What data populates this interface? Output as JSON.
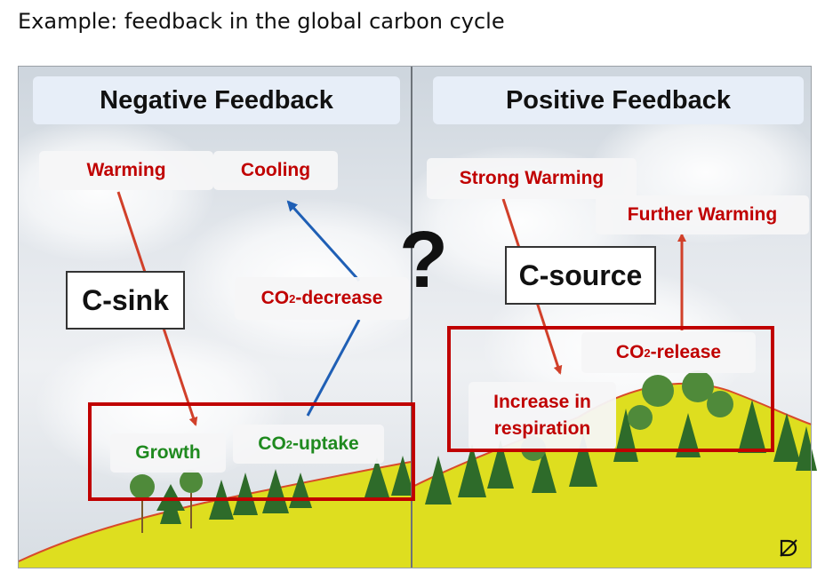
{
  "slide": {
    "title": "Example: feedback in the global carbon cycle"
  },
  "left": {
    "header": "Negative Feedback",
    "warming": "Warming",
    "cooling": "Cooling",
    "sink": "C-sink",
    "decrease_pre": "CO",
    "decrease_sub": "2",
    "decrease_post": "-decrease",
    "growth": "Growth",
    "uptake_pre": "CO",
    "uptake_sub": "2",
    "uptake_post": "-uptake"
  },
  "middle": {
    "question": "?"
  },
  "right": {
    "header": "Positive Feedback",
    "strong": "Strong Warming",
    "further": "Further Warming",
    "source": "C-source",
    "release_pre": "CO",
    "release_sub": "2",
    "release_post": "-release",
    "respiration_1": "Increase in",
    "respiration_2": "respiration"
  },
  "colors": {
    "label_red": "#c00000",
    "label_green": "#1f8a1f",
    "arrow_blue": "#1f5fb5",
    "ground": "#dede1f",
    "hill_line": "#d84a2a"
  },
  "icons": [
    "cloud-background",
    "tree-illustration",
    "artist-logo"
  ]
}
